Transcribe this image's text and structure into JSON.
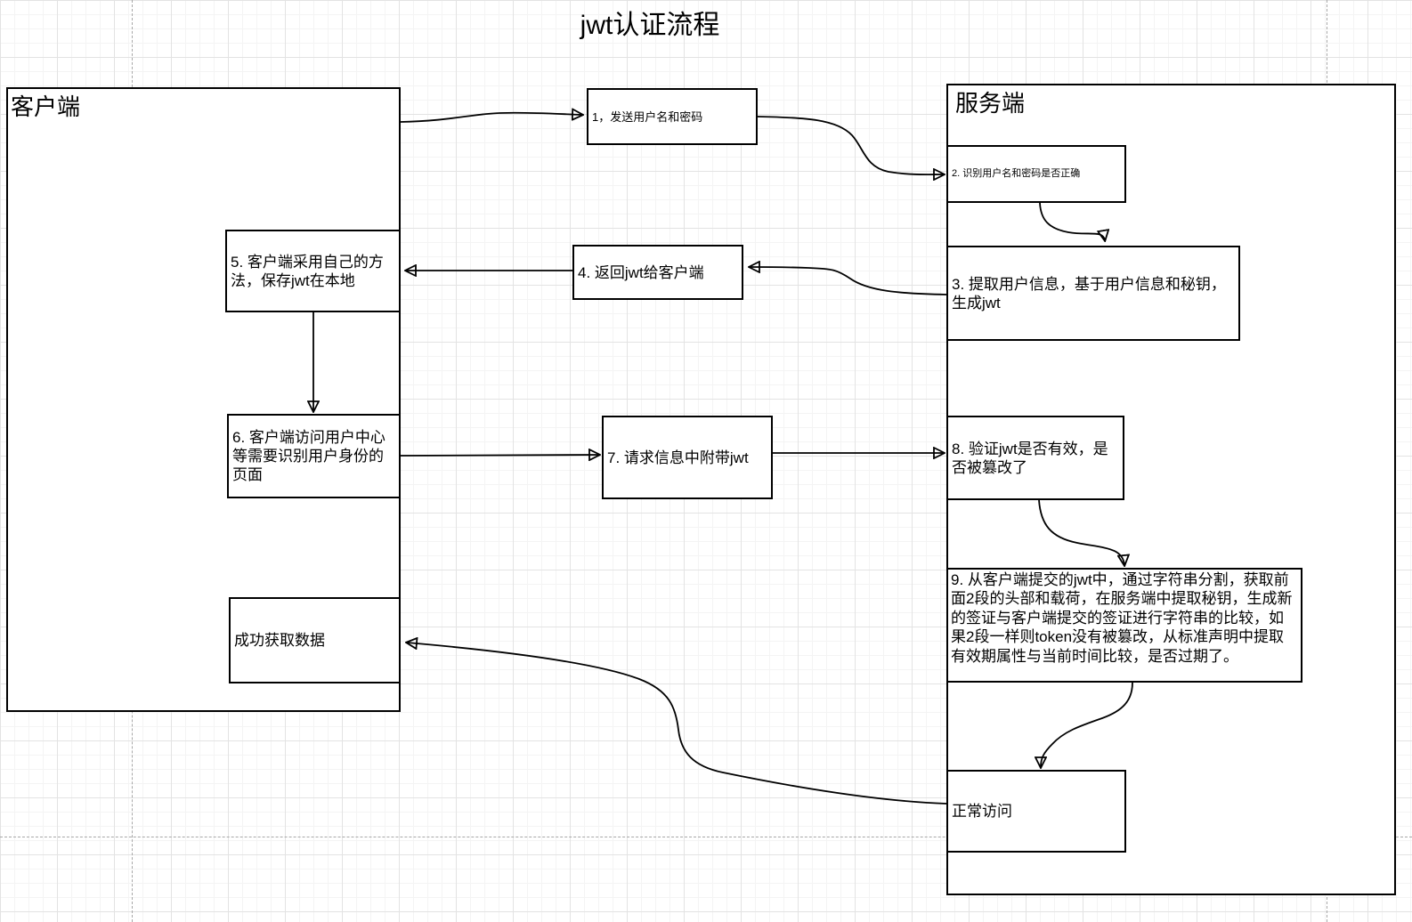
{
  "title": "jwt认证流程",
  "lanes": {
    "client": {
      "label": "客户端"
    },
    "server": {
      "label": "服务端"
    }
  },
  "steps": {
    "s1": "1，发送用户名和密码",
    "s2": "2. 识别用户名和密码是否正确",
    "s3": "3. 提取用户信息，基于用户信息和秘钥，生成jwt",
    "s4": "4. 返回jwt给客户端",
    "s5": "5. 客户端采用自己的方法，保存jwt在本地",
    "s6": "6. 客户端访问用户中心等需要识别用户身份的页面",
    "s7": "7. 请求信息中附带jwt",
    "s8": "8. 验证jwt是否有效，是否被篡改了",
    "s9": "9. 从客户端提交的jwt中，通过字符串分割，获取前面2段的头部和载荷，在服务端中提取秘钥，生成新的签证与客户端提交的签证进行字符串的比较，如果2段一样则token没有被篡改，从标准声明中提取有效期属性与当前时间比较，是否过期了。",
    "success": "成功获取数据",
    "normal": "正常访问"
  },
  "edges": [
    {
      "from": "client-lane",
      "to": "s1"
    },
    {
      "from": "s1",
      "to": "s2"
    },
    {
      "from": "s2",
      "to": "s3"
    },
    {
      "from": "s3",
      "to": "s4"
    },
    {
      "from": "s4",
      "to": "s5"
    },
    {
      "from": "s5",
      "to": "s6"
    },
    {
      "from": "s6",
      "to": "s7"
    },
    {
      "from": "s7",
      "to": "s8"
    },
    {
      "from": "s8",
      "to": "s9"
    },
    {
      "from": "s9",
      "to": "normal"
    },
    {
      "from": "normal",
      "to": "success"
    }
  ],
  "colors": {
    "stroke": "#000000",
    "grid_minor": "#f4f4f4",
    "grid_major": "#e3e3e3",
    "page_break": "#a8a8a8",
    "background": "#ffffff"
  }
}
